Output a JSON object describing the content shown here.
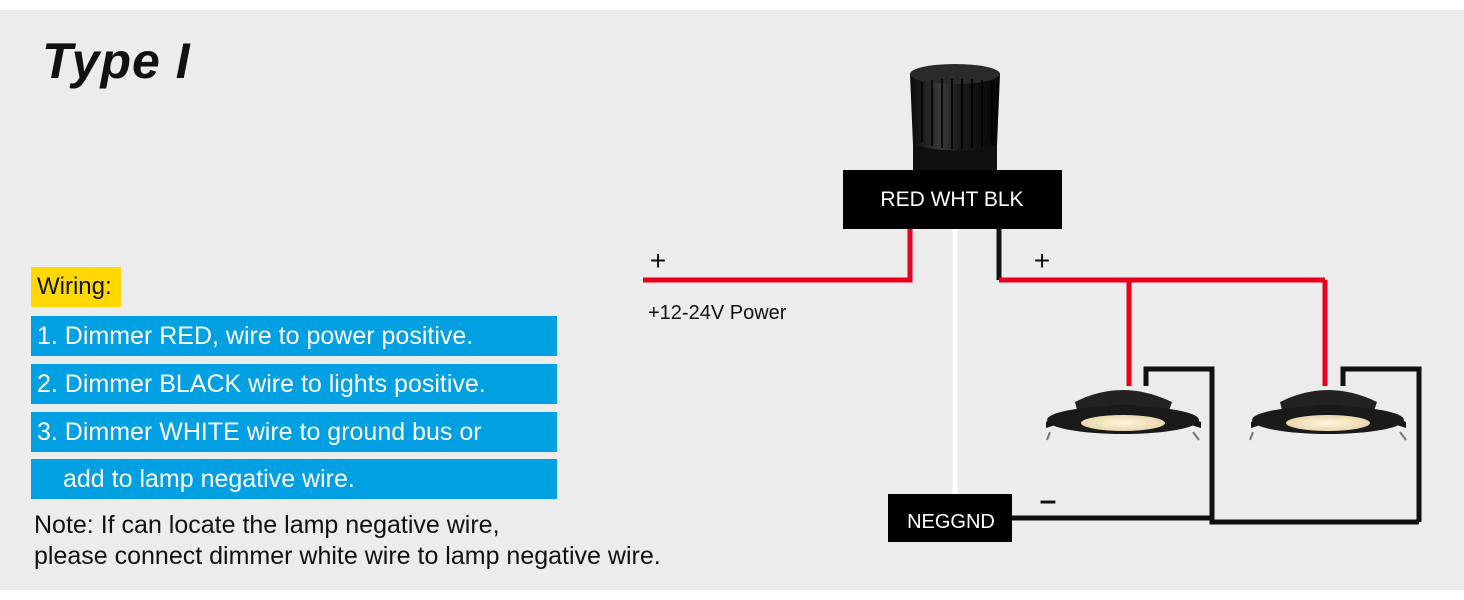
{
  "title": "Type I",
  "wiring_label": "Wiring:",
  "steps": [
    "1. Dimmer RED,  wire to power positive.",
    "2. Dimmer BLACK wire to lights positive.",
    "3. Dimmer WHITE wire to ground bus or",
    "add to lamp negative wire."
  ],
  "note": {
    "line1": "Note: If can locate the lamp negative wire,",
    "line2": "please connect dimmer white wire to lamp negative wire."
  },
  "diagram": {
    "dimmer_terminals": "RED WHT BLK",
    "power_plus": "+",
    "power_label": "+12-24V Power",
    "lights_plus": "+",
    "neg_label": "NEGGND",
    "neg_minus": "–",
    "colors": {
      "red_wire": "#e8001c",
      "black_wire": "#111111",
      "white_wire": "#ffffff",
      "accent_blue": "#00a0e3",
      "highlight_yellow": "#ffd800"
    }
  }
}
